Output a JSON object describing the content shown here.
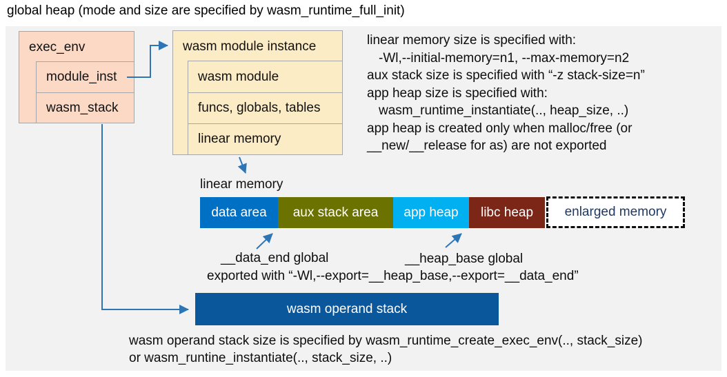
{
  "title": "global heap (mode and size are specified by wasm_runtime_full_init)",
  "colors": {
    "panel_bg": "#f2f2f2",
    "exec_env_fill": "#fbd9c5",
    "module_instance_fill": "#fcecc6",
    "box_border": "#a6a6a6",
    "arrow_blue": "#2e75b6",
    "enlarged_memory_text": "#1f3864",
    "operand_stack_fill": "#0b579c"
  },
  "exec_env": {
    "header": "exec_env",
    "rows": [
      "module_inst",
      "wasm_stack"
    ]
  },
  "module_instance": {
    "header": "wasm module instance",
    "rows": [
      "wasm module",
      "funcs, globals, tables",
      "linear memory"
    ]
  },
  "notes_right": {
    "lines": [
      "linear memory size is specified with:",
      "-Wl,--initial-memory=n1, --max-memory=n2",
      "aux stack size is specified with “-z stack-size=n”",
      "app heap size is specified with:",
      "wasm_runtime_instantiate(.., heap_size, ..)",
      "app heap is created only when malloc/free (or",
      "__new/__release for as) are not exported"
    ]
  },
  "linear_memory": {
    "label": "linear memory",
    "segments": [
      {
        "label": "data area",
        "color": "#0070c5"
      },
      {
        "label": "aux stack area",
        "color": "#6c7200"
      },
      {
        "label": "app heap",
        "color": "#00b0f0"
      },
      {
        "label": "libc heap",
        "color": "#7c2618"
      }
    ],
    "enlarged_label": "enlarged memory"
  },
  "annotations": {
    "data_end": "__data_end global",
    "heap_base": "__heap_base global",
    "exported": "exported with “-Wl,--export=__heap_base,--export=__data_end”"
  },
  "operand_stack": {
    "label": "wasm operand stack"
  },
  "notes_bottom": {
    "lines": [
      "wasm operand stack size is specified by wasm_runtime_create_exec_env(.., stack_size)",
      "or wasm_runtine_instantiate(.., stack_size, ..)"
    ]
  }
}
